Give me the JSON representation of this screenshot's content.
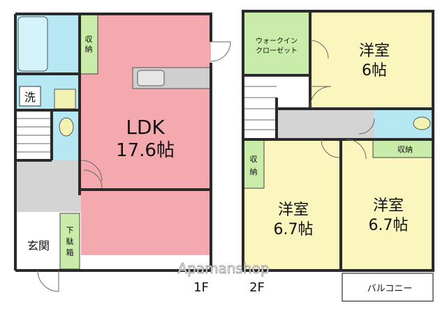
{
  "floor1": {
    "ldk": {
      "name": "LDK",
      "size": "17.6帖"
    },
    "storage": "収納",
    "washroom": "洗",
    "entrance": "玄関",
    "shoe_box": [
      "下",
      "駄",
      "箱"
    ],
    "floor_label": "1F"
  },
  "floor2": {
    "walk_in_closet": [
      "ウォークイン",
      "クローゼット"
    ],
    "room_top": {
      "name": "洋室",
      "size": "6帖"
    },
    "room_left": {
      "name": "洋室",
      "size": "6.7帖"
    },
    "room_right": {
      "name": "洋室",
      "size": "6.7帖"
    },
    "storage_left": [
      "収",
      "納"
    ],
    "storage_right": "収納",
    "balcony": "バルコニー",
    "floor_label": "2F"
  },
  "watermark": "Apamanshop",
  "colors": {
    "ldk": "#f4a9ae",
    "room": "#fbf6be",
    "storage": "#c9ecaa",
    "water": "#b6e8f4",
    "hall": "#d4d4d4",
    "wall": "#2a2a2a"
  }
}
